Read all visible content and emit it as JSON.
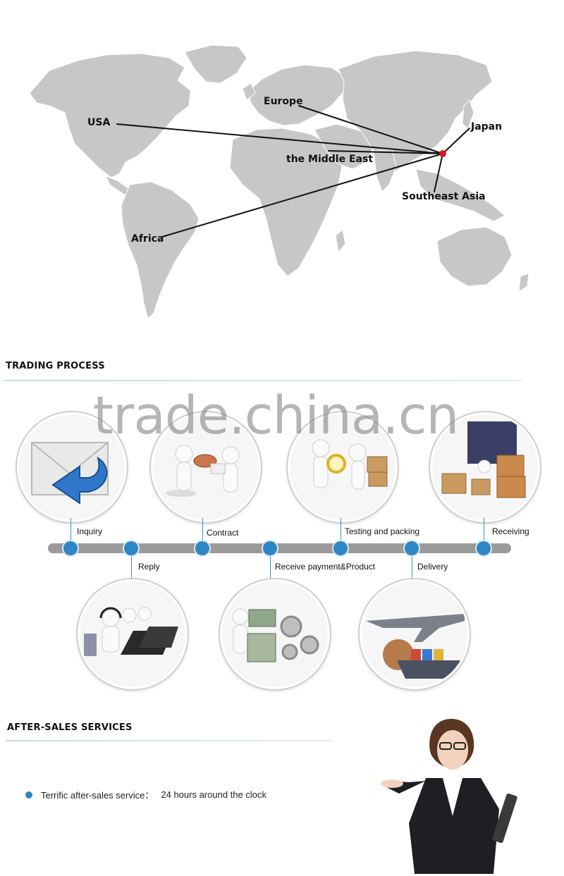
{
  "map": {
    "labels": {
      "usa": "USA",
      "europe": "Europe",
      "middle_east": "the Middle East",
      "japan": "Japan",
      "southeast_asia": "Southeast Asia",
      "africa": "Africa"
    },
    "colors": {
      "land": "#c7c7c7",
      "border": "#ffffff",
      "route": "#111111",
      "hub": "#e0141e"
    }
  },
  "trading_process": {
    "title": "TRADING  PROCESS",
    "watermark": "trade.china.cn",
    "steps": {
      "inquiry": "Inquiry",
      "reply": "Reply",
      "contract": "Contract",
      "payment": "Receive payment&Product",
      "testing": "Testing and packing",
      "delivery": "Delivery",
      "receiving": "Receiving"
    },
    "colors": {
      "bar": "#9a9a9a",
      "dot": "#2f86c4"
    }
  },
  "after_sales": {
    "title": "AFTER-SALES SERVICES",
    "service_label": "Terrific after-sales service：",
    "service_value": "24 hours around the clock"
  }
}
